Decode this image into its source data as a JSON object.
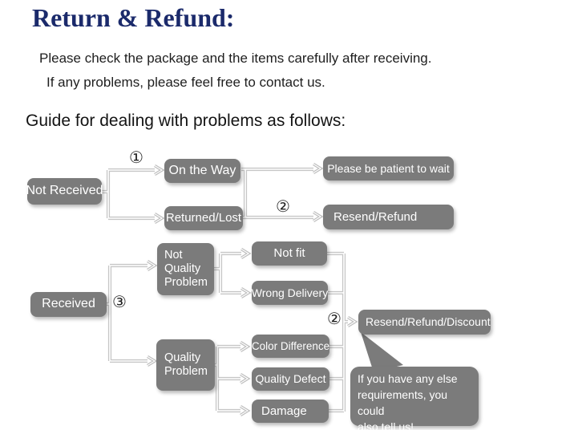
{
  "header": {
    "title": "Return & Refund:",
    "subtitle_line1": "Please check the package and the items carefully after receiving.",
    "subtitle_line2": "If any problems, please feel free to contact us.",
    "guide_heading": "Guide for dealing with problems as follows:"
  },
  "flow": {
    "nodes": {
      "not_received": "Not Received",
      "on_the_way": "On the Way",
      "returned_lost": "Returned/Lost",
      "be_patient": "Please be patient to wait",
      "resend_refund": "Resend/Refund",
      "not_quality_problem": "Not\nQuality\nProblem",
      "not_fit": "Not fit",
      "wrong_delivery": "Wrong Delivery",
      "received": "Received",
      "quality_problem": "Quality\nProblem",
      "color_difference": "Color Difference",
      "quality_defect": "Quality Defect",
      "damage": "Damage",
      "resend_refund_discount": "Resend/Refund/Discount",
      "note_bubble": "If you have any else\nrequirements, you could\nalso tell us!"
    },
    "step_markers": {
      "step1": "①",
      "step2_shipping": "②",
      "step3": "③",
      "step2_received": "②"
    }
  },
  "colors": {
    "box_fill": "#7b7b7b",
    "connector": "#c6c6c6",
    "title_navy": "#1b2a6b"
  }
}
